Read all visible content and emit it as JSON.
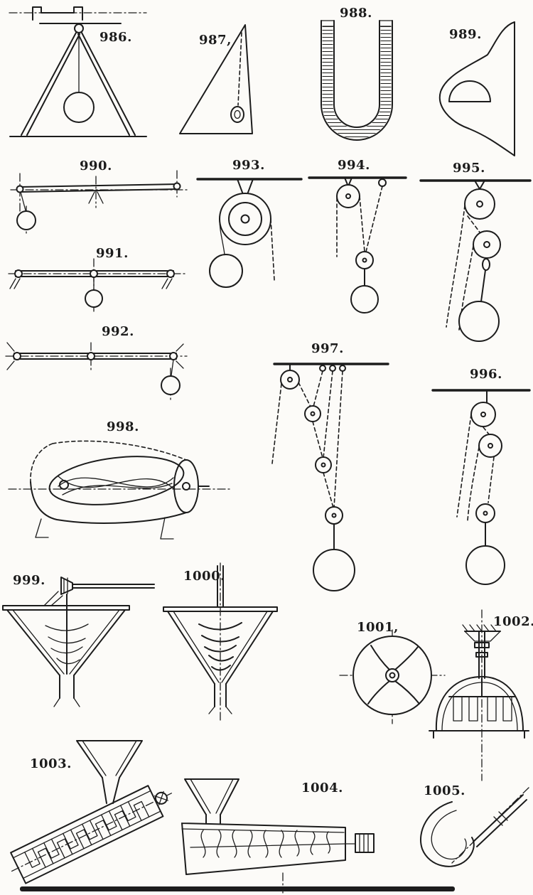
{
  "page": {
    "background_color": "#fcfbf8",
    "ink_color": "#1c1c1c",
    "kind": "plate of numbered mechanical line drawings"
  },
  "figures": [
    {
      "number": "986",
      "label": "986.",
      "subject": "a-frame-balance-with-plumb-ball"
    },
    {
      "number": "987",
      "label": "987,",
      "subject": "triangle-level-with-plumb-line"
    },
    {
      "number": "988",
      "label": "988.",
      "subject": "u-tube-liquid-level"
    },
    {
      "number": "989",
      "label": "989.",
      "subject": "curved-bracket-with-half-disc"
    },
    {
      "number": "990",
      "label": "990.",
      "subject": "beam-balance-weight-left"
    },
    {
      "number": "991",
      "label": "991.",
      "subject": "beam-balance-weight-center"
    },
    {
      "number": "992",
      "label": "992.",
      "subject": "beam-balance-weight-right"
    },
    {
      "number": "993",
      "label": "993.",
      "subject": "fixed-pulley-with-weight"
    },
    {
      "number": "994",
      "label": "994.",
      "subject": "pulley-with-movable-block"
    },
    {
      "number": "995",
      "label": "995.",
      "subject": "double-pulley-tackle"
    },
    {
      "number": "996",
      "label": "996.",
      "subject": "multi-pulley-tackle"
    },
    {
      "number": "997",
      "label": "997.",
      "subject": "compound-pulley-system"
    },
    {
      "number": "998",
      "label": "998.",
      "subject": "rotary-drum-mixer"
    },
    {
      "number": "999",
      "label": "999.",
      "subject": "conical-mixer-with-bevel-drive"
    },
    {
      "number": "1000",
      "label": "1000.",
      "subject": "conical-mixer-with-spiral"
    },
    {
      "number": "1001",
      "label": "1001,",
      "subject": "paddle-wheel-front-view"
    },
    {
      "number": "1002",
      "label": "1002.",
      "subject": "dome-vessel-with-stirrer"
    },
    {
      "number": "1003",
      "label": "1003.",
      "subject": "inclined-trough-conveyor"
    },
    {
      "number": "1004",
      "label": "1004.",
      "subject": "screw-conveyor-with-hopper"
    },
    {
      "number": "1005",
      "label": "1005.",
      "subject": "curved-pipe-with-shaft"
    }
  ]
}
